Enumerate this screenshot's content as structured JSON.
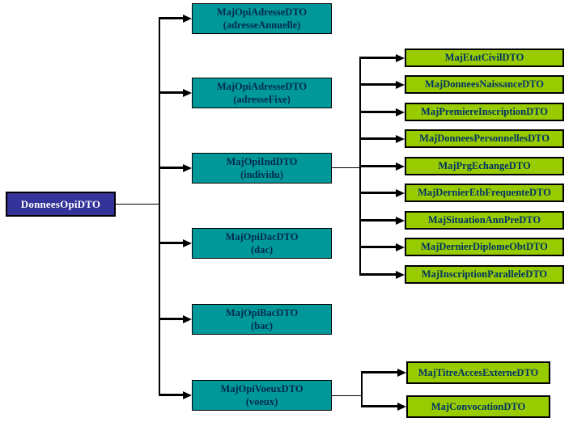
{
  "diagram": {
    "root": {
      "label": "DonneesOpiDTO"
    },
    "level1": [
      {
        "name": "MajOpiAdresseDTO",
        "role": "(adresseAnnuelle)"
      },
      {
        "name": "MajOpiAdresseDTO",
        "role": "(adresseFixe)"
      },
      {
        "name": "MajOpiIndDTO",
        "role": "(individu)"
      },
      {
        "name": "MajOpiDacDTO",
        "role": "(dac)"
      },
      {
        "name": "MajOpiBacDTO",
        "role": "(bac)"
      },
      {
        "name": "MajOpiVoeuxDTO",
        "role": "(voeux)"
      }
    ],
    "individu_children": [
      "MajEtatCivilDTO",
      "MajDonneesNaissanceDTO",
      "MajPremiereInscriptionDTO",
      "MajDonneesPersonnellesDTO",
      "MajPrgEchangeDTO",
      "MajDernierEtbFrequenteDTO",
      "MajSituationAnnPreDTO",
      "MajDernierDiplomeObtDTO",
      "MajInscriptionParalleleDTO"
    ],
    "voeux_children": [
      "MajTitreAccesExterneDTO",
      "MajConvocationDTO"
    ],
    "colors": {
      "root_fill": "#333399",
      "root_text": "#ffffff",
      "level1_fill": "#009898",
      "children_fill": "#99cc00",
      "node_text": "#003366",
      "connector": "#000000",
      "background": "#ffffff"
    }
  }
}
